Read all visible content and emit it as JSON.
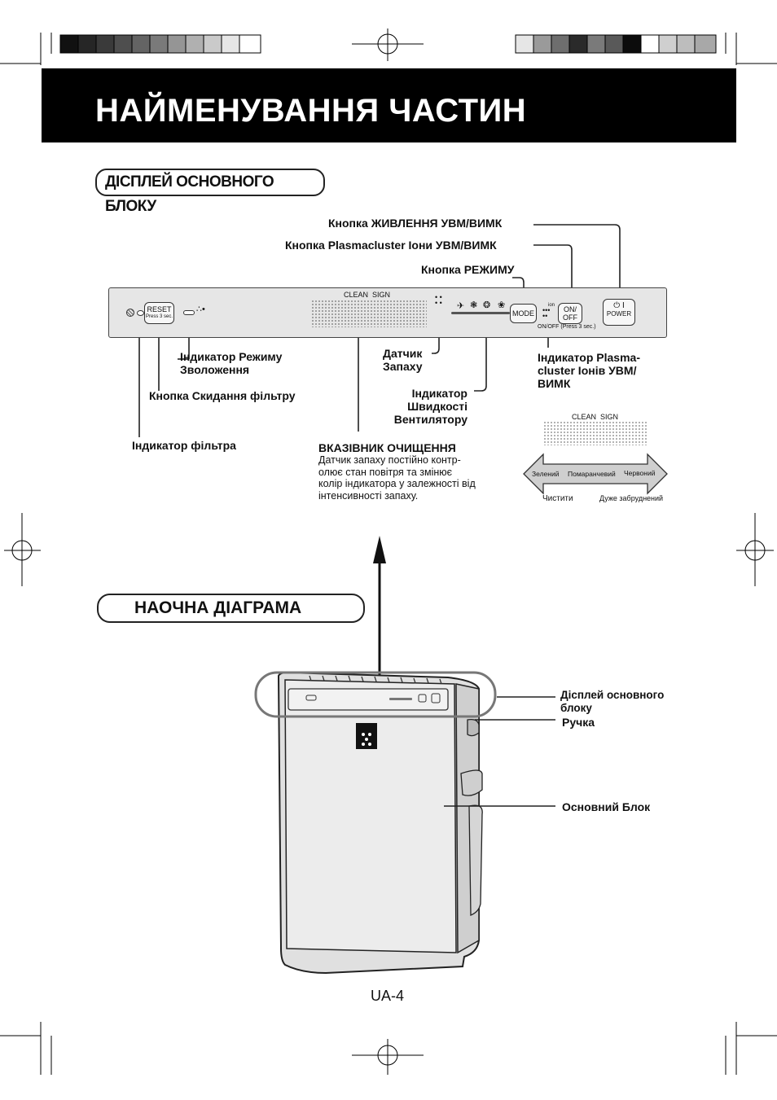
{
  "page": {
    "title": "НАЙМЕНУВАННЯ ЧАСТИН",
    "page_number": "UA-4"
  },
  "section_display": {
    "heading": "ДІСПЛЕЙ ОСНОВНОГО БЛОКУ",
    "panel": {
      "clean_sign_label": "CLEAN  SIGN",
      "reset_button": "RESET",
      "reset_hint": "Press 3 sec.",
      "mode_button": "MODE",
      "onoff_button_line1": "ON/",
      "onoff_button_line2": "OFF",
      "power_symbol": "⏻ I",
      "power_button": "POWER",
      "ion_label": "ion",
      "ion_onoff_hint": "ON/OFF (Press 3 sec.)"
    },
    "callouts": {
      "power_button": "Кнопка ЖИВЛЕННЯ УВМ/ВИМК",
      "plasmacluster_button": "Кнопка Plasmacluster Іони УВМ/ВИМК",
      "mode_button": "Кнопка РЕЖИМУ",
      "humidify_indicator_1": "Індикатор Режиму",
      "humidify_indicator_2": "Зволоження",
      "filter_reset_button": "Кнопка Скидання фільтру",
      "filter_indicator": "Індикатор фільтра",
      "odor_sensor_1": "Датчик",
      "odor_sensor_2": "Запаху",
      "fan_speed_1": "Індикатор",
      "fan_speed_2": "Швидкості",
      "fan_speed_3": "Вентилятору",
      "plasma_indicator_1": "Індикатор Plasma-",
      "plasma_indicator_2": "cluster Іонів УВМ/",
      "plasma_indicator_3": "ВИМК",
      "clean_sign_title": "ВКАЗІВНИК ОЧИЩЕННЯ",
      "clean_sign_desc_1": "Датчик запаху постійно контр-",
      "clean_sign_desc_2": "олює стан повітря та змінює",
      "clean_sign_desc_3": "колір індикатора у залежності від",
      "clean_sign_desc_4": "інтенсивності запаху."
    },
    "scale": {
      "clean_sign_label": "CLEAN  SIGN",
      "green": "Зелений",
      "orange": "Помаранчевий",
      "red": "Червоний",
      "clean": "Чистити",
      "very_dirty": "Дуже забруднений"
    }
  },
  "section_diagram": {
    "heading": "НАОЧНА ДІАГРАМА",
    "callouts": {
      "display_1": "Дісплей основного",
      "display_2": "блоку",
      "handle": "Ручка",
      "main_unit": "Основний Блок"
    }
  }
}
